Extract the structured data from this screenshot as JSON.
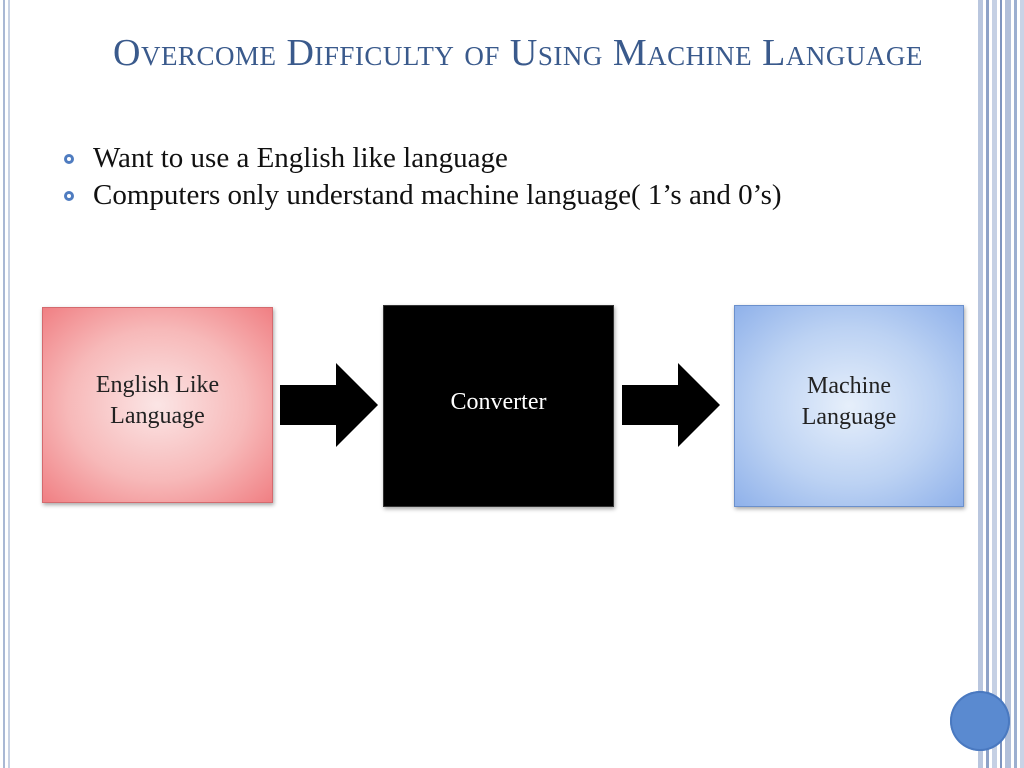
{
  "slide": {
    "title": "Overcome Difficulty of Using Machine Language",
    "bullets": [
      "Want to use a English like language",
      "Computers only understand machine language( 1’s and 0’s)"
    ]
  },
  "diagram": {
    "boxes": [
      {
        "label_line1": "English Like",
        "label_line2": "Language",
        "color": "#f07f83"
      },
      {
        "label_line1": "Converter",
        "label_line2": "",
        "color": "#000000"
      },
      {
        "label_line1": "Machine",
        "label_line2": "Language",
        "color": "#8fb1ea"
      }
    ],
    "arrow_color": "#000000"
  },
  "theme": {
    "title_color": "#3a5a8c",
    "bullet_color": "#4f7cc0",
    "accent": "#5a8ad0"
  }
}
